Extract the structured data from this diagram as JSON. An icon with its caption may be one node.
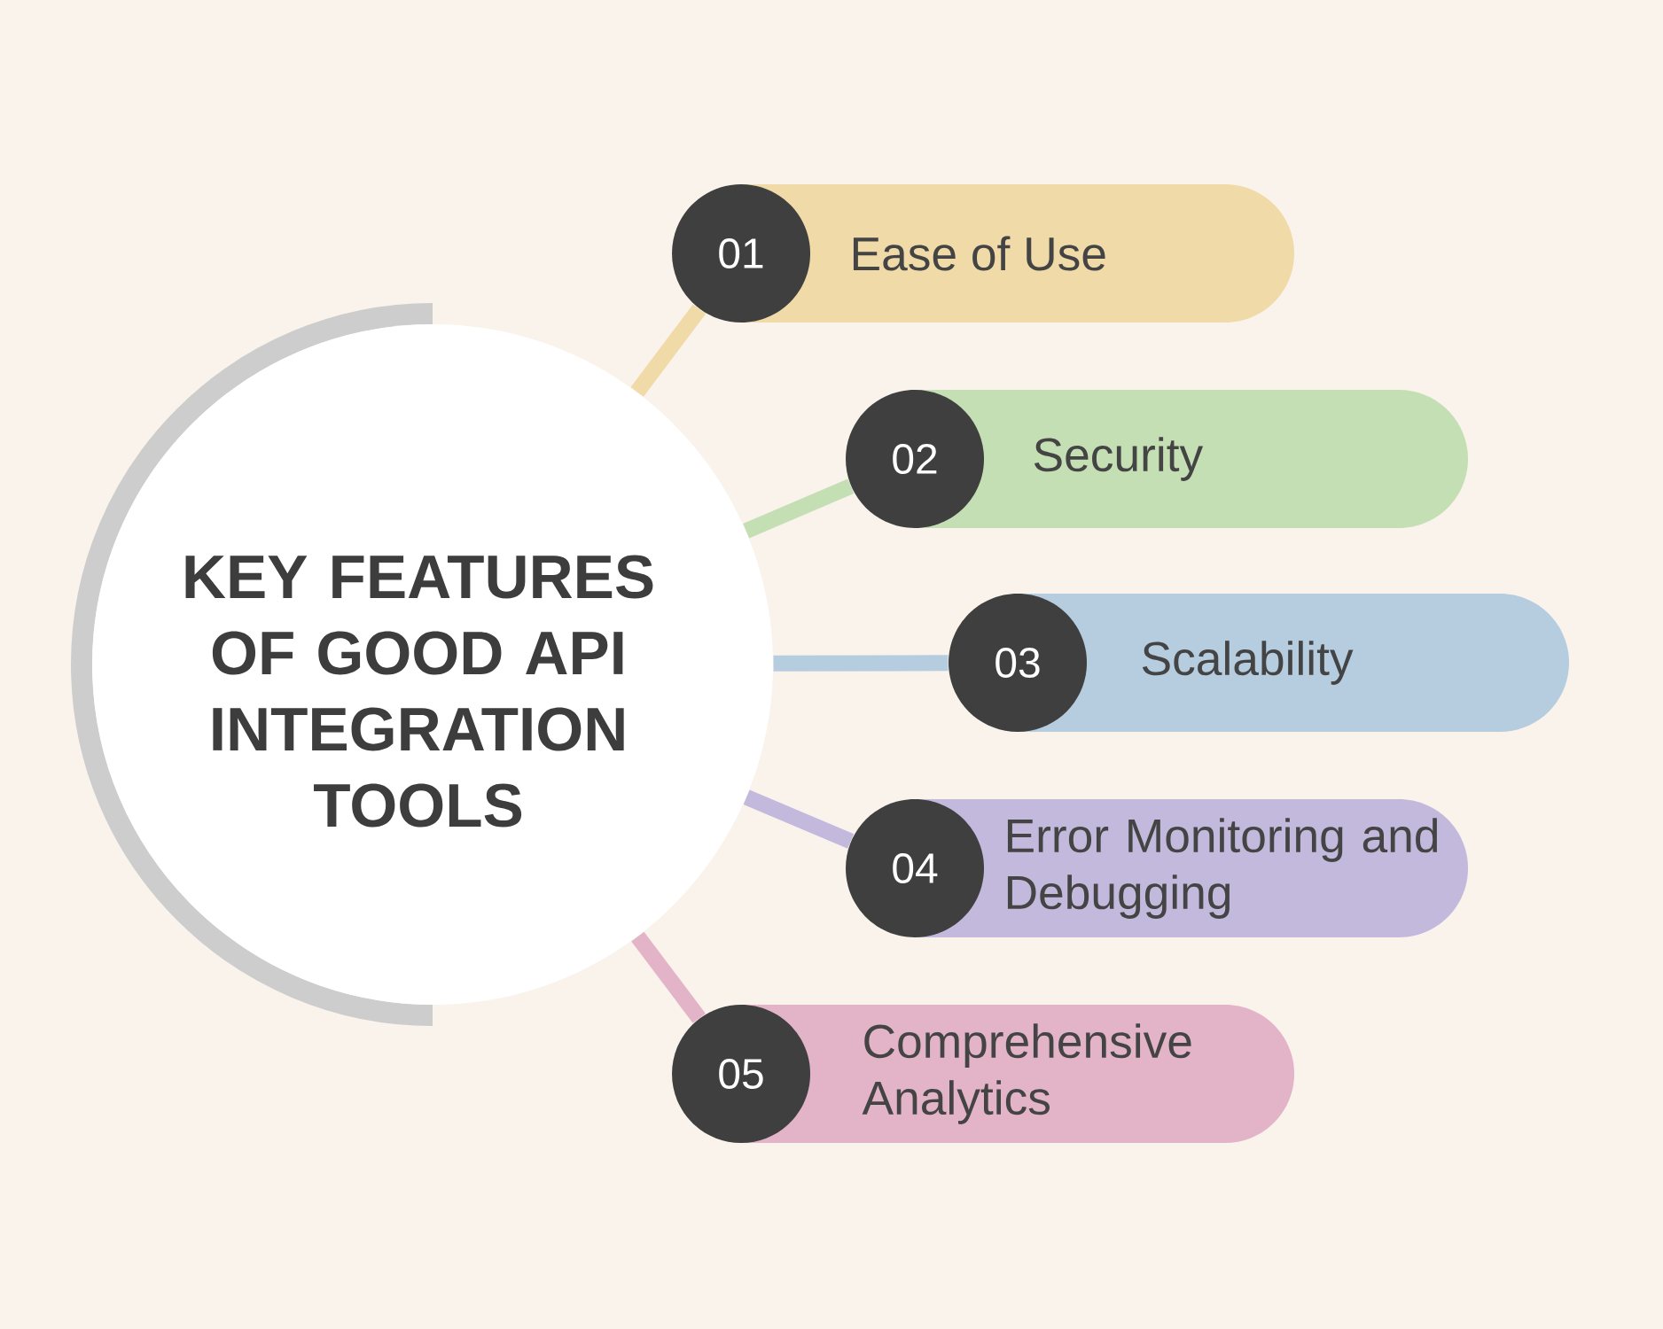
{
  "diagram": {
    "nodes": [
      {
        "text": [
          "KEY FEATURES OF GOOD API INTEGRATION TOOLS"
        ]
      },
      {
        "text": [
          "01",
          "Ease of Use"
        ]
      },
      {
        "text": [
          "02",
          "Security"
        ]
      },
      {
        "text": [
          "03",
          "Scalability"
        ]
      },
      {
        "text": [
          "04",
          "Error Monitoring and Debugging"
        ]
      },
      {
        "text": [
          "05",
          "Comprehensive Analytics"
        ]
      }
    ],
    "edges": [
      {
        "from": 0,
        "to": 1,
        "arrow": "none",
        "color": "#f0dba8"
      },
      {
        "from": 0,
        "to": 2,
        "arrow": "none",
        "color": "#c5dfb5"
      },
      {
        "from": 0,
        "to": 3,
        "arrow": "none",
        "color": "#b6cde0"
      },
      {
        "from": 0,
        "to": 4,
        "arrow": "none",
        "color": "#c3b9dd"
      },
      {
        "from": 0,
        "to": 5,
        "arrow": "none",
        "color": "#e3b4c8"
      }
    ]
  }
}
